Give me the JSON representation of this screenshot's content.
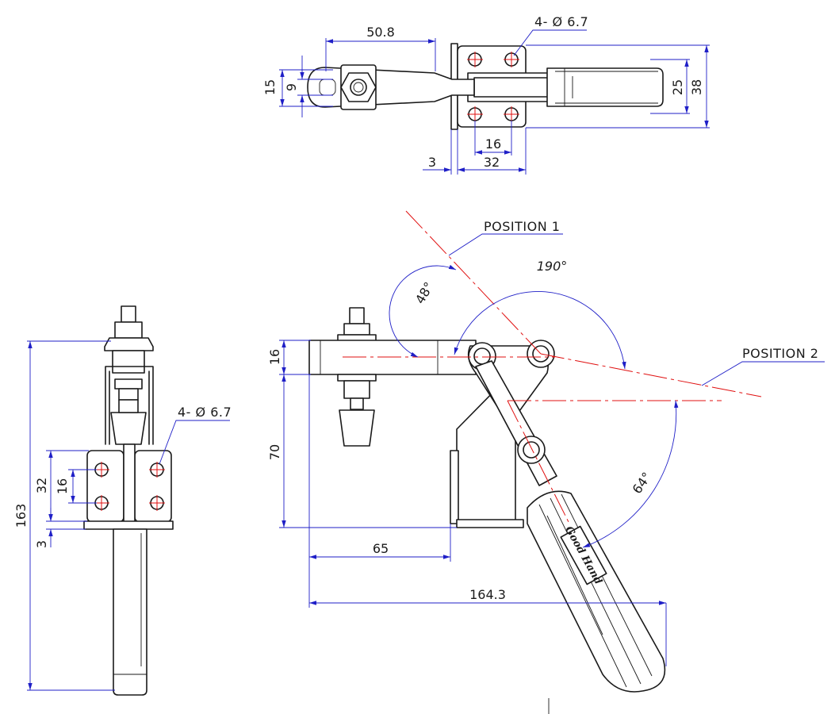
{
  "top_view": {
    "dims": {
      "overall_width": "50.8",
      "hole_spacing_width": "15",
      "bar_width": "9",
      "handle_width": "25",
      "base_width": "38",
      "hole_pitch": "16",
      "base_thickness": "3",
      "base_length": "32"
    },
    "hole_callout": "4- Ø 6.7"
  },
  "front_view": {
    "dims": {
      "overall_height": "163",
      "base_height": "32",
      "hole_pitch": "16",
      "base_thickness": "3"
    },
    "hole_callout": "4- Ø 6.7"
  },
  "side_view": {
    "dims": {
      "bar_height": "16",
      "spindle_height": "70",
      "reach": "65",
      "overall_length": "164.3"
    },
    "angles": {
      "open_angle": "48°",
      "travel_angle": "190°",
      "handle_angle": "64°"
    },
    "labels": {
      "position_1": "POSITION 1",
      "position_2": "POSITION 2"
    },
    "brand": "Good Hand"
  },
  "colors": {
    "outline": "#1a1a1a",
    "dimension": "#1f1fc7",
    "centerline": "#e01010"
  }
}
